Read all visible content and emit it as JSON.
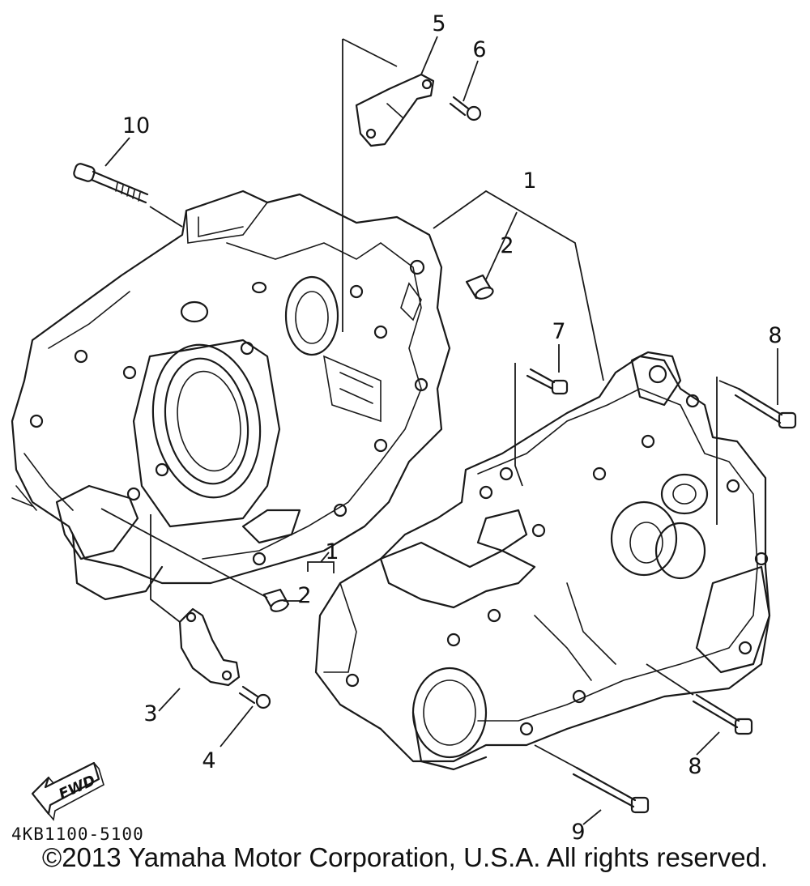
{
  "diagram": {
    "callouts": [
      {
        "id": "1",
        "text": "1"
      },
      {
        "id": "2",
        "text": "2"
      },
      {
        "id": "1b",
        "text": "1"
      },
      {
        "id": "2b",
        "text": "2"
      },
      {
        "id": "3",
        "text": "3"
      },
      {
        "id": "4",
        "text": "4"
      },
      {
        "id": "5",
        "text": "5"
      },
      {
        "id": "6",
        "text": "6"
      },
      {
        "id": "7",
        "text": "7"
      },
      {
        "id": "8",
        "text": "8"
      },
      {
        "id": "8b",
        "text": "8"
      },
      {
        "id": "9",
        "text": "9"
      },
      {
        "id": "10",
        "text": "10"
      }
    ],
    "fwd_label": "FWD",
    "part_code": "4KB1100-5100",
    "icons": [
      "fwd-arrow-icon",
      "crankcase-left-icon",
      "crankcase-right-icon",
      "bolt-icon",
      "dowel-pin-icon",
      "bracket-icon"
    ]
  },
  "footer": {
    "copyright": "©2013 Yamaha Motor Corporation, U.S.A. All rights reserved."
  }
}
